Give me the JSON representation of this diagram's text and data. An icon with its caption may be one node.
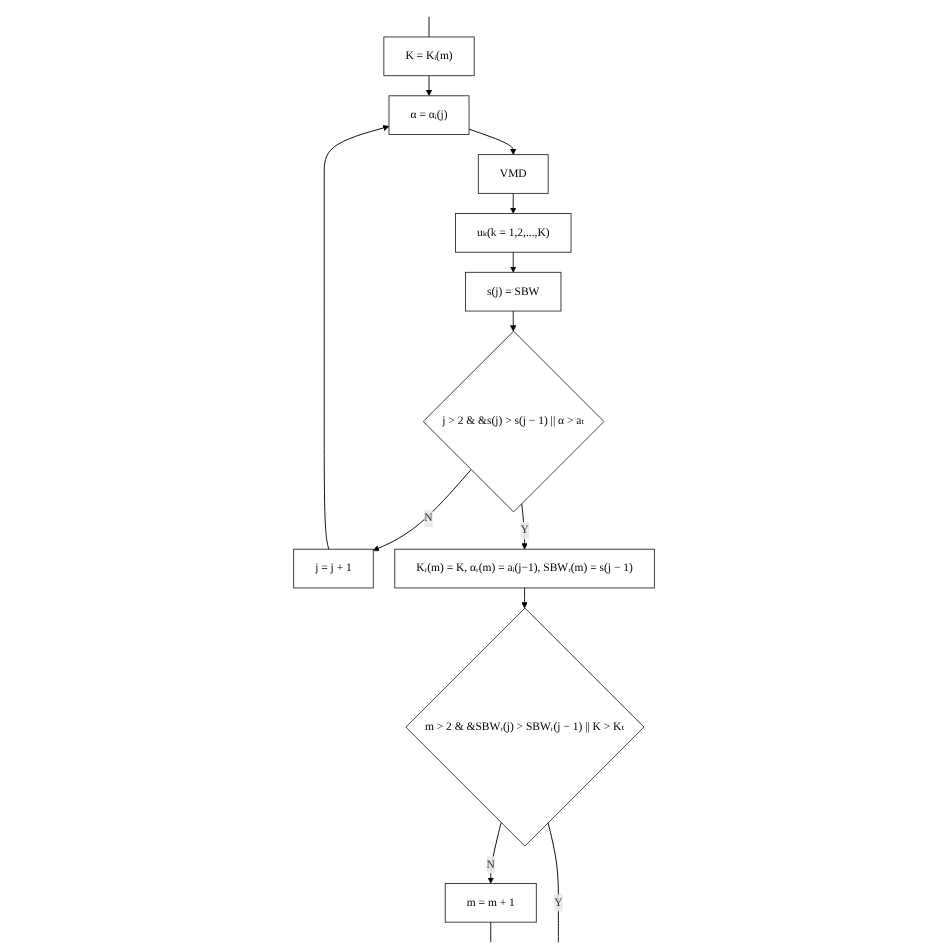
{
  "diagram": {
    "nodes": [
      {
        "text": [
          "K = Kᵢ(m)"
        ]
      },
      {
        "text": [
          "α = αᵢ(j)"
        ]
      },
      {
        "text": [
          "VMD"
        ]
      },
      {
        "text": [
          "uₖ(k = 1,2,...,K)"
        ]
      },
      {
        "text": [
          "s(j) = SBW"
        ]
      },
      {
        "text": [
          "j > 2 & &s(j) > s(j − 1) || α > aₜ"
        ]
      },
      {
        "text": [
          "j = j + 1"
        ]
      },
      {
        "text": [
          "Kᵣ(m) = K, αᵣ(m) = aᵢ(j−1), SBWᵣ(m) = s(j − 1)"
        ]
      },
      {
        "text": [
          "m > 2 & &SBWᵣ(j) > SBWᵣ(j − 1) || K > Kₜ"
        ]
      },
      {
        "text": [
          "m = m + 1"
        ]
      }
    ],
    "edges": [
      {
        "from": null,
        "to": 0,
        "arrow": "none"
      },
      {
        "from": 0,
        "to": 1,
        "arrow": "to"
      },
      {
        "from": 1,
        "to": 2,
        "arrow": "to"
      },
      {
        "from": 2,
        "to": 3,
        "arrow": "to"
      },
      {
        "from": 3,
        "to": 4,
        "arrow": "to"
      },
      {
        "from": 4,
        "to": 5,
        "arrow": "to"
      },
      {
        "from": 5,
        "to": 6,
        "label": "N",
        "arrow": "to"
      },
      {
        "from": 6,
        "to": 1,
        "arrow": "to"
      },
      {
        "from": 5,
        "to": 7,
        "label": "Y",
        "arrow": "to"
      },
      {
        "from": 7,
        "to": 8,
        "arrow": "to"
      },
      {
        "from": 8,
        "to": 9,
        "label": "N",
        "arrow": "to"
      },
      {
        "from": 9,
        "to": null,
        "arrow": "none"
      },
      {
        "from": 8,
        "to": null,
        "label": "Y",
        "arrow": "none"
      }
    ]
  }
}
